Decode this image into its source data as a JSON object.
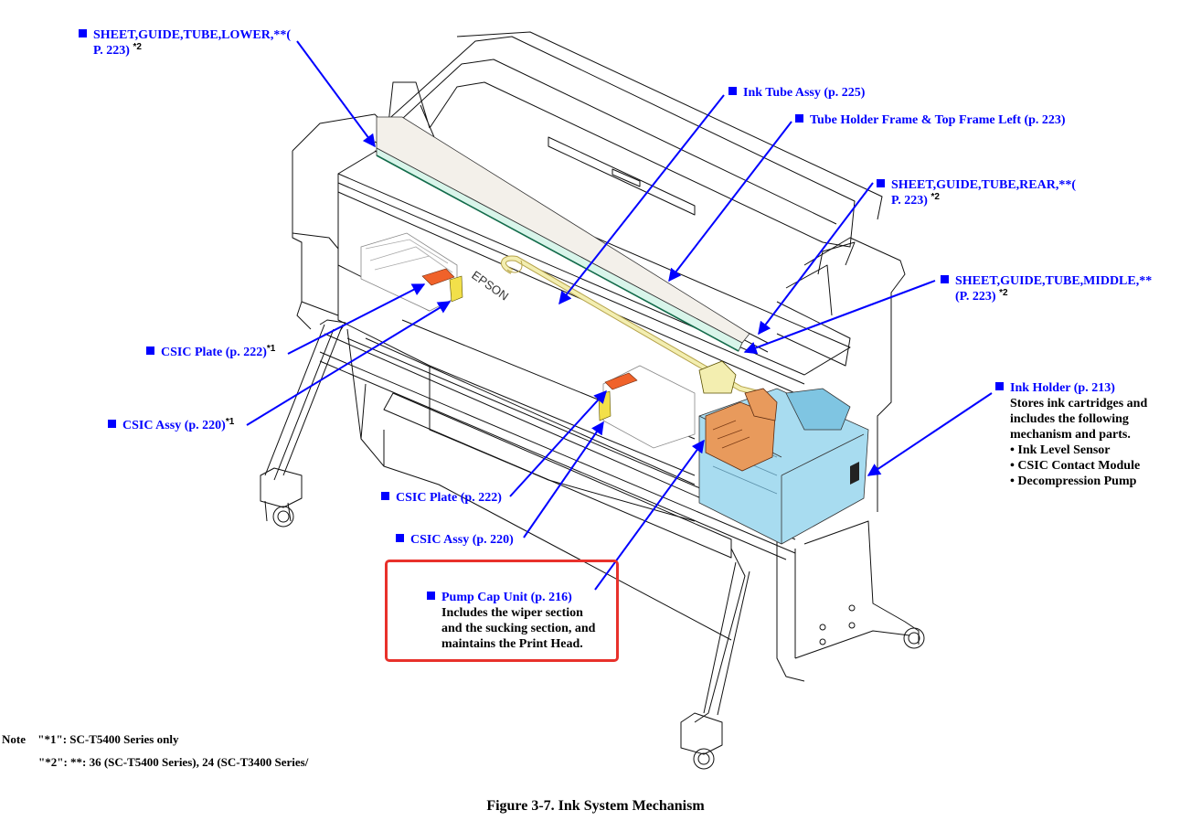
{
  "figure": {
    "caption": "Figure 3-7.  Ink System Mechanism",
    "colors": {
      "callout": "#0000ff",
      "highlight_box": "#e8312b",
      "ink_holder": "#a8dcf0",
      "pump_cap": "#e89a5c",
      "csic_plate": "#f0622a",
      "csic_assy": "#f2e04a",
      "ink_tube": "#f3eeb0",
      "sheet_guide": "#d8f5ea"
    },
    "printer_brand": "EPSON"
  },
  "callouts": [
    {
      "id": "sheet-guide-tube-lower",
      "line1": "SHEET,GUIDE,TUBE,LOWER,**(",
      "line2": "P. 223)",
      "note": "*2"
    },
    {
      "id": "ink-tube-assy",
      "line1": "Ink Tube Assy (p. 225)"
    },
    {
      "id": "tube-holder-frame",
      "line1": "Tube Holder Frame & Top Frame Left (p. 223)"
    },
    {
      "id": "sheet-guide-tube-rear",
      "line1": "SHEET,GUIDE,TUBE,REAR,**(",
      "line2": "P. 223)",
      "note": "*2"
    },
    {
      "id": "sheet-guide-tube-middle",
      "line1": "SHEET,GUIDE,TUBE,MIDDLE,**",
      "line2": "(P. 223)",
      "note": "*2"
    },
    {
      "id": "csic-plate-left",
      "line1": "CSIC Plate (p. 222)",
      "note": "*1"
    },
    {
      "id": "csic-assy-left",
      "line1": "CSIC Assy (p. 220)",
      "note": "*1"
    },
    {
      "id": "csic-plate-right",
      "line1": "CSIC Plate (p. 222)"
    },
    {
      "id": "csic-assy-right",
      "line1": "CSIC Assy (p. 220)"
    },
    {
      "id": "ink-holder",
      "line1": "Ink Holder (p. 213)",
      "description": [
        "Stores ink cartridges and",
        "includes the following",
        "mechanism and parts."
      ],
      "bullets": [
        "• Ink Level Sensor",
        "• CSIC Contact Module",
        "• Decompression Pump"
      ]
    },
    {
      "id": "pump-cap-unit",
      "line1": "Pump Cap Unit (p. 216)",
      "description": [
        "Includes the wiper section",
        "and the sucking section, and",
        "maintains the Print Head."
      ]
    }
  ],
  "notes": {
    "label": "Note",
    "items": [
      {
        "key": "\"*1\"",
        "text": ": SC-T5400 Series only"
      },
      {
        "key": "\"*2\"",
        "text": ": **: 36 (SC-T5400 Series), 24 (SC-T3400 Series/"
      }
    ]
  }
}
